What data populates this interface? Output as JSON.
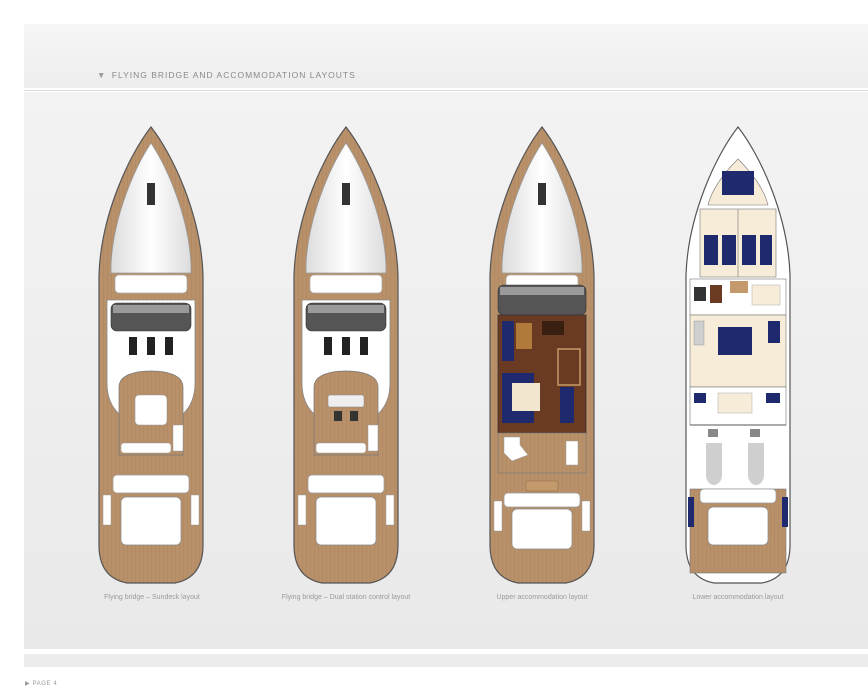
{
  "section": {
    "title_marker": "▼",
    "title": "FLYING BRIDGE AND ACCOMMODATION LAYOUTS"
  },
  "layouts": [
    {
      "caption": "Flying bridge – Sundeck layout"
    },
    {
      "caption": "Flying bridge – Dual station control layout"
    },
    {
      "caption": "Upper accommodation layout"
    },
    {
      "caption": "Lower accommodation layout"
    }
  ],
  "footer": {
    "marker": "▶",
    "page_label": "PAGE 4"
  },
  "colors": {
    "teak": "#b8906a",
    "navy": "#1f2a6e",
    "wood": "#6a3b22",
    "hull": "#ffffff",
    "panel": "#efefef"
  }
}
